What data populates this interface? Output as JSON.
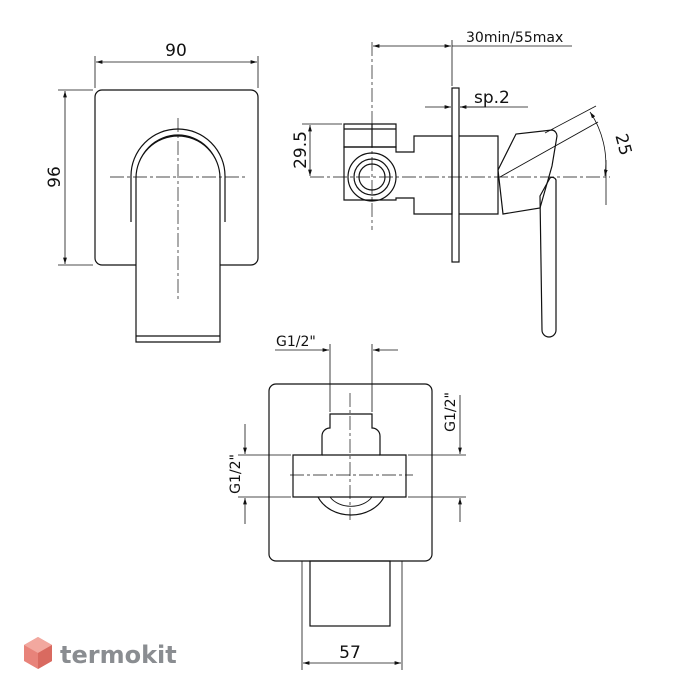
{
  "dimensions": {
    "front_width": "90",
    "front_height": "96",
    "side_depth": "30min/55max",
    "plate_thickness": "sp.2",
    "inlet_offset": "29.5",
    "handle_angle": "25",
    "top_connection": "G1/2\"",
    "left_connection": "G1/2\"",
    "right_connection": "G1/2\"",
    "body_width": "57"
  },
  "logo": {
    "text": "termokit",
    "icon": "hexagon-cube-icon",
    "color": "#8a8d91",
    "accent": "#e8837a"
  },
  "colors": {
    "line": "#111111",
    "background": "#ffffff"
  }
}
